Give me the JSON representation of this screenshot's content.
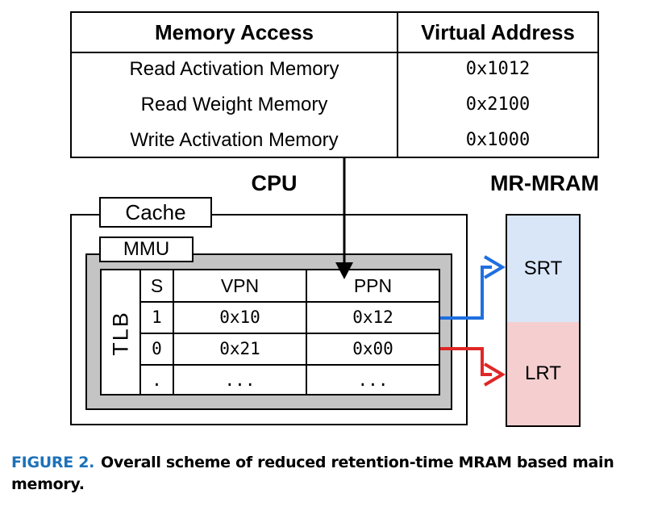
{
  "access_table": {
    "headers": [
      "Memory Access",
      "Virtual Address"
    ],
    "rows": [
      {
        "access": "Read Activation Memory",
        "address": "0x1012"
      },
      {
        "access": "Read Weight Memory",
        "address": "0x2100"
      },
      {
        "access": "Write Activation Memory",
        "address": "0x1000"
      }
    ]
  },
  "cpu": {
    "label": "CPU",
    "cache_label": "Cache",
    "mmu_label": "MMU",
    "tlb": {
      "label": "TLB",
      "headers": [
        "S",
        "VPN",
        "PPN"
      ],
      "rows": [
        [
          "1",
          "0x10",
          "0x12"
        ],
        [
          "0",
          "0x21",
          "0x00"
        ],
        [
          ".",
          "...",
          "..."
        ]
      ]
    }
  },
  "mram": {
    "label": "MR-MRAM",
    "srt_label": "SRT",
    "lrt_label": "LRT"
  },
  "colors": {
    "srt_fill": "#d9e6f8",
    "lrt_fill": "#f5cfcf",
    "srt_arrow": "#1f6fe0",
    "lrt_arrow": "#e02626",
    "mmu_fill": "#c4c4c4",
    "caption_accent": "#1d72b8"
  },
  "caption": {
    "number": "FIGURE 2.",
    "text": "Overall scheme of reduced retention-time MRAM based main memory."
  }
}
